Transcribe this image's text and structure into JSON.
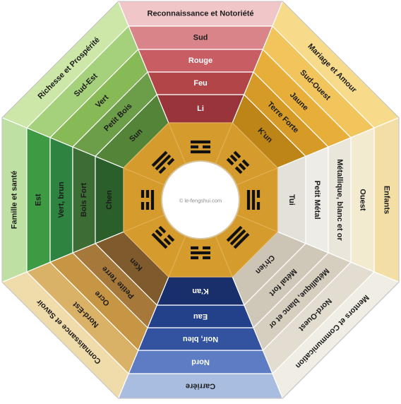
{
  "center_credit": "© le-fengshui.com",
  "sectors": [
    {
      "key": "south",
      "labels": [
        "Reconnaissance et Notoriété",
        "Sud",
        "Rouge",
        "Feu",
        "Li"
      ],
      "colors": [
        "#f1c6c9",
        "#d98488",
        "#c95d64",
        "#b24548",
        "#98343a"
      ],
      "text_colors": [
        "#1c1c1c",
        "#1c1c1c",
        "#ffffff",
        "#ffffff",
        "#ffffff"
      ],
      "trigram": [
        1,
        0,
        1
      ]
    },
    {
      "key": "south-west",
      "labels": [
        "Mariage et Amour",
        "Sud-Ouest",
        "Jaune",
        "Terre Forte",
        "K'un"
      ],
      "colors": [
        "#f7da8a",
        "#f2c55c",
        "#e7ae3a",
        "#d69a26",
        "#bd8418"
      ],
      "text_colors": [
        "#1c1c1c",
        "#1c1c1c",
        "#1c1c1c",
        "#1c1c1c",
        "#1c1c1c"
      ],
      "trigram": [
        0,
        0,
        0
      ]
    },
    {
      "key": "west",
      "labels": [
        "Enfants",
        "Ouest",
        "Métallique, blanc et or",
        "Petit Métal",
        "Tui"
      ],
      "colors": [
        "#f3dfa6",
        "#f2ebd0",
        "#ebe6dc",
        "#eeece6",
        "#e4e1da"
      ],
      "text_colors": [
        "#1c1c1c",
        "#1c1c1c",
        "#1c1c1c",
        "#1c1c1c",
        "#1c1c1c"
      ],
      "trigram": [
        0,
        1,
        1
      ]
    },
    {
      "key": "north-west",
      "labels": [
        "Mentors et Communication",
        "Nord-Ouest",
        "Métallique, blanc et or",
        "Métal fort",
        "Ch'ien"
      ],
      "colors": [
        "#f0ede4",
        "#e2ddd0",
        "#d6cfc0",
        "#cfc8b8",
        "#ccc4b4"
      ],
      "text_colors": [
        "#1c1c1c",
        "#1c1c1c",
        "#1c1c1c",
        "#1c1c1c",
        "#1c1c1c"
      ],
      "trigram": [
        1,
        1,
        1
      ]
    },
    {
      "key": "north",
      "labels": [
        "Carrière",
        "Nord",
        "Noir, bleu",
        "Eau",
        "K'an"
      ],
      "colors": [
        "#a9bde0",
        "#5d7cc4",
        "#33529f",
        "#23408b",
        "#182f6b"
      ],
      "text_colors": [
        "#1c1c1c",
        "#ffffff",
        "#ffffff",
        "#ffffff",
        "#ffffff"
      ],
      "trigram": [
        0,
        1,
        0
      ]
    },
    {
      "key": "north-east",
      "labels": [
        "Connaissance et Savoir",
        "Nord-Est",
        "Ocre",
        "Petite Terre",
        "Ken"
      ],
      "colors": [
        "#f0dcaa",
        "#d9b267",
        "#c69645",
        "#a6793a",
        "#7e5a2c"
      ],
      "text_colors": [
        "#1c1c1c",
        "#1c1c1c",
        "#1c1c1c",
        "#1c1c1c",
        "#1c1c1c"
      ],
      "trigram": [
        1,
        0,
        0
      ]
    },
    {
      "key": "east",
      "labels": [
        "Famille et santé",
        "Est",
        "Vert, brun",
        "Bois Fort",
        "Chen"
      ],
      "colors": [
        "#bfe0a3",
        "#3f9a44",
        "#2f8340",
        "#3b6d34",
        "#2a5e2a"
      ],
      "text_colors": [
        "#1c1c1c",
        "#1c1c1c",
        "#1c1c1c",
        "#1c1c1c",
        "#1c1c1c"
      ],
      "trigram": [
        0,
        0,
        1
      ]
    },
    {
      "key": "south-east",
      "labels": [
        "Richesse et Prospérité",
        "Sud-Est",
        "Vert",
        "Petit Bois",
        "Sun"
      ],
      "colors": [
        "#cce7a7",
        "#a5d07c",
        "#88b957",
        "#6c9d49",
        "#548438"
      ],
      "text_colors": [
        "#1c1c1c",
        "#1c1c1c",
        "#1c1c1c",
        "#1c1c1c",
        "#1c1c1c"
      ],
      "trigram": [
        1,
        1,
        0
      ]
    }
  ]
}
